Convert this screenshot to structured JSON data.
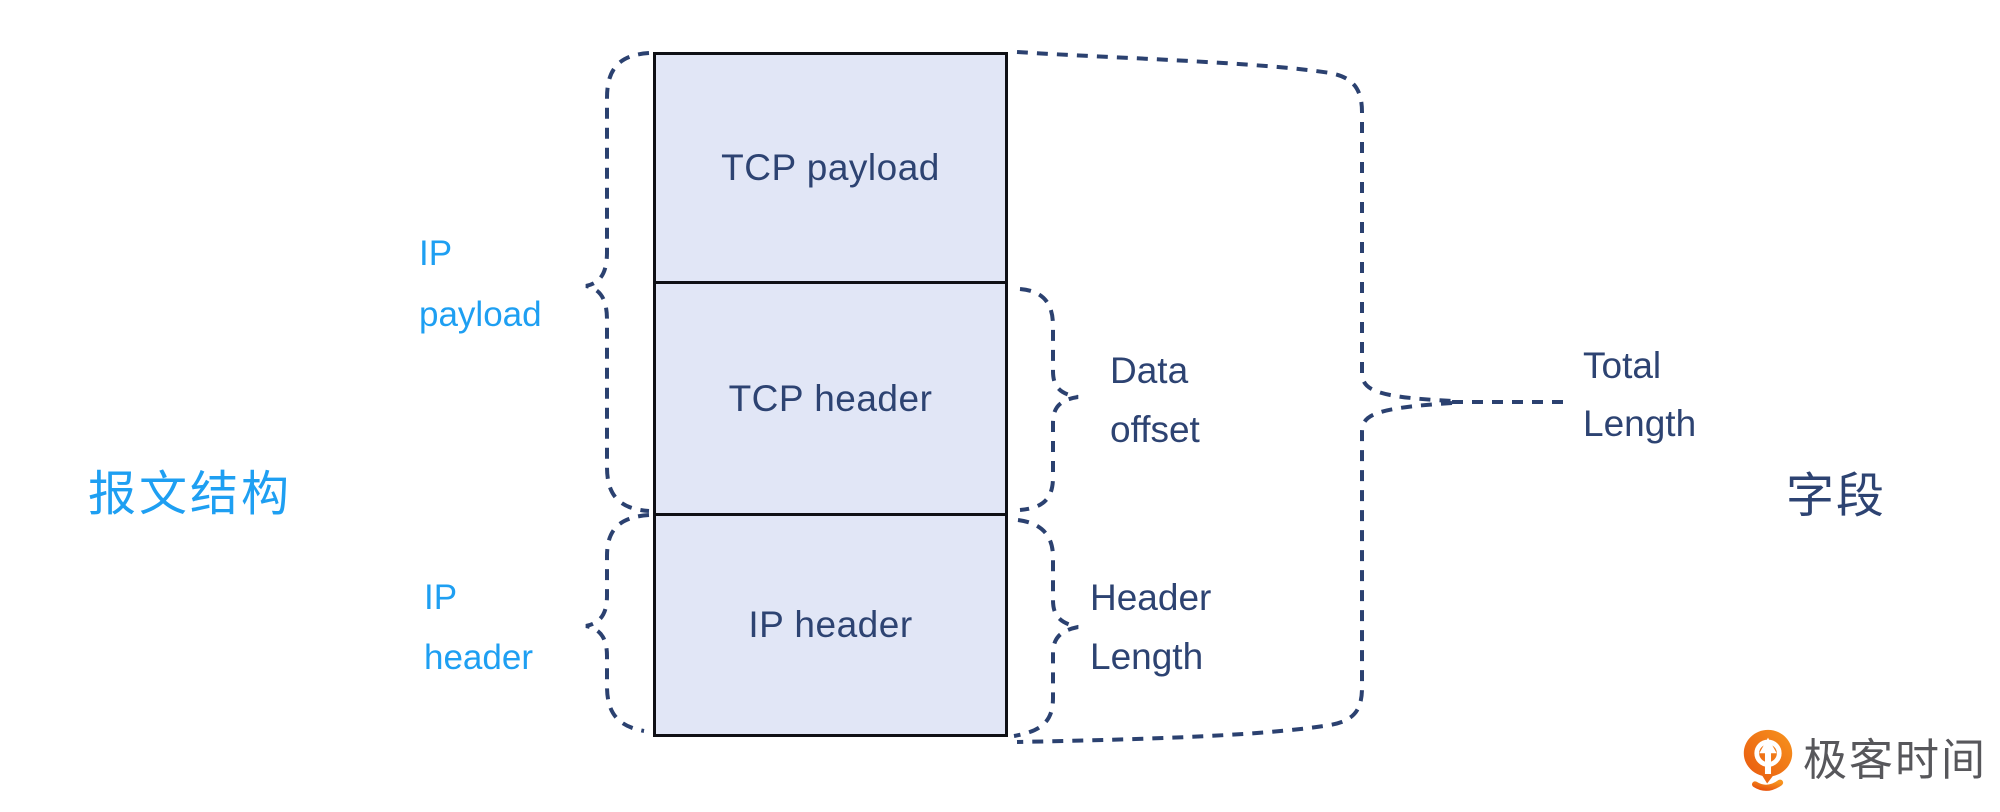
{
  "diagram": {
    "left_title": "报文结构",
    "right_title": "字段",
    "stack": [
      {
        "id": "tcp-payload",
        "label": "TCP payload"
      },
      {
        "id": "tcp-header",
        "label": "TCP header"
      },
      {
        "id": "ip-header",
        "label": "IP header"
      }
    ],
    "left_annotations": [
      {
        "id": "ip-payload",
        "lines": [
          "IP",
          "payload"
        ]
      },
      {
        "id": "ip-header",
        "lines": [
          "IP",
          "header"
        ]
      }
    ],
    "right_annotations": [
      {
        "id": "data-offset",
        "lines": [
          "Data",
          "offset"
        ]
      },
      {
        "id": "header-length",
        "lines": [
          "Header",
          "Length"
        ]
      },
      {
        "id": "total-length",
        "lines": [
          "Total",
          "Length"
        ]
      }
    ],
    "colors": {
      "accent_blue": "#1e9ff2",
      "navy_text": "#2d4372",
      "brace_navy": "#2b4170",
      "box_fill": "#e1e6f6",
      "box_border": "#0f1015",
      "logo_orange_dark": "#e8560e",
      "logo_orange_light": "#f7941e",
      "logo_text_gray": "#57575b"
    },
    "icons": [
      {
        "name": "geektime-logo-icon",
        "description": "orange balloon with white up-arrow ring and smile"
      }
    ]
  },
  "footer": {
    "logo_text": "极客时间"
  }
}
